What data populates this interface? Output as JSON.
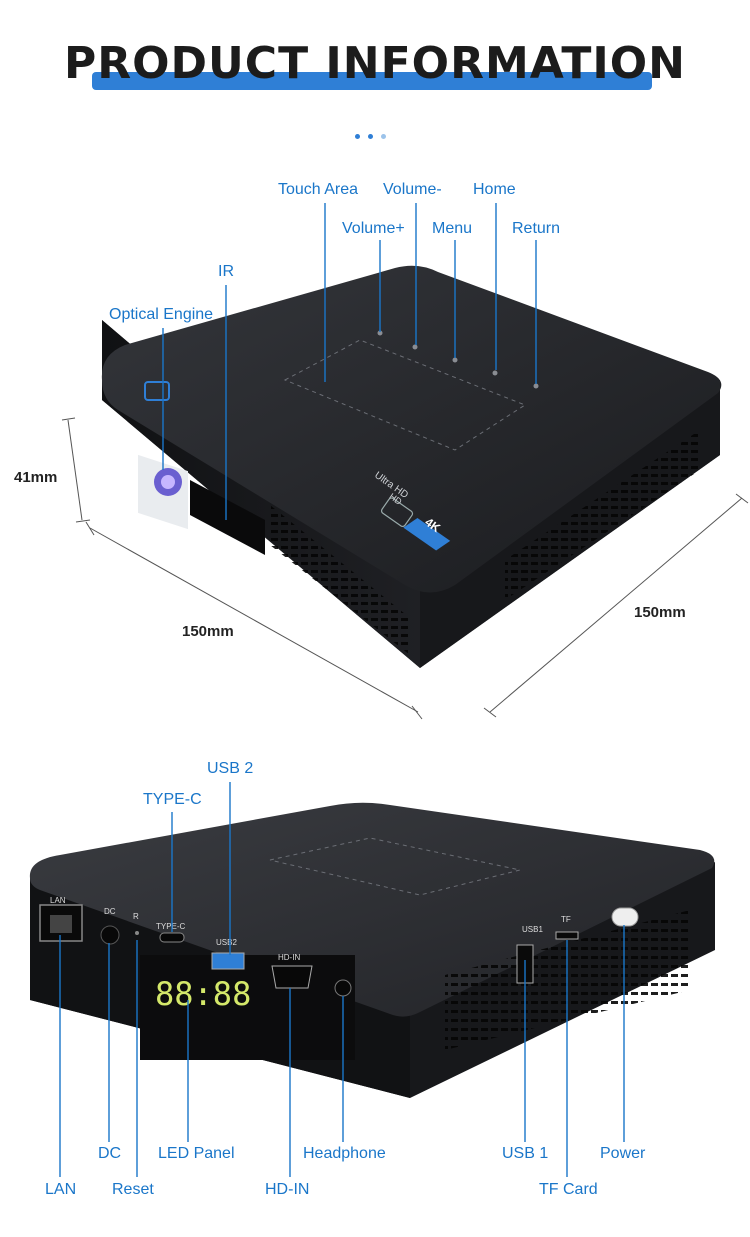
{
  "title": "PRODUCT INFORMATION",
  "colors": {
    "accent": "#2f7fd6",
    "label": "#1a76c9",
    "device": "#1b1c1f"
  },
  "top_labels": {
    "touch_area": "Touch Area",
    "volume_minus": "Volume-",
    "home": "Home",
    "volume_plus": "Volume+",
    "menu": "Menu",
    "return": "Return",
    "ir": "IR",
    "optical_engine": "Optical Engine"
  },
  "dimensions": {
    "height": "41mm",
    "width": "150mm",
    "depth": "150mm"
  },
  "device_marks": {
    "ultra_hd": "Ultra HD",
    "hd": "HD",
    "fourk": "4K"
  },
  "ports": {
    "lan": "LAN",
    "dc": "DC",
    "r": "R",
    "type_c": "TYPE-C",
    "usb2": "USB2",
    "hd_in": "HD-IN",
    "usb1": "USB1",
    "tf": "TF",
    "led": "88:88"
  },
  "bottom_labels": {
    "usb2": "USB 2",
    "type_c": "TYPE-C",
    "lan": "LAN",
    "dc": "DC",
    "reset": "Reset",
    "led_panel": "LED Panel",
    "hd_in": "HD-IN",
    "headphone": "Headphone",
    "usb1": "USB 1",
    "tf_card": "TF Card",
    "power": "Power"
  }
}
